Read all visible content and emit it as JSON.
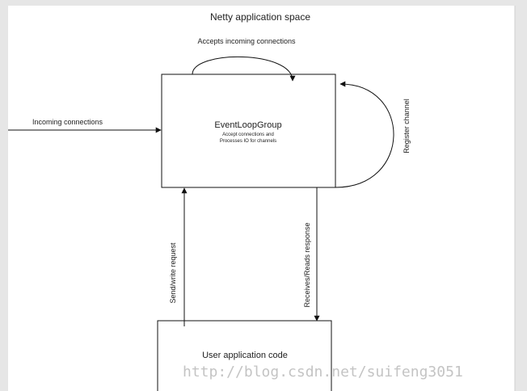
{
  "diagram": {
    "title": "Netty application space",
    "event_loop_group": {
      "title": "EventLoopGroup",
      "subtitle_line1": "Accept connections and",
      "subtitle_line2": "Processes IO for channels"
    },
    "user_code": {
      "title": "User application code"
    },
    "labels": {
      "accepts": "Accepts incoming connections",
      "incoming": "Incoming connections",
      "register": "Register channel",
      "send": "Send/write request",
      "receive": "Receives/Reads response"
    },
    "watermark": "http://blog.csdn.net/suifeng3051"
  }
}
